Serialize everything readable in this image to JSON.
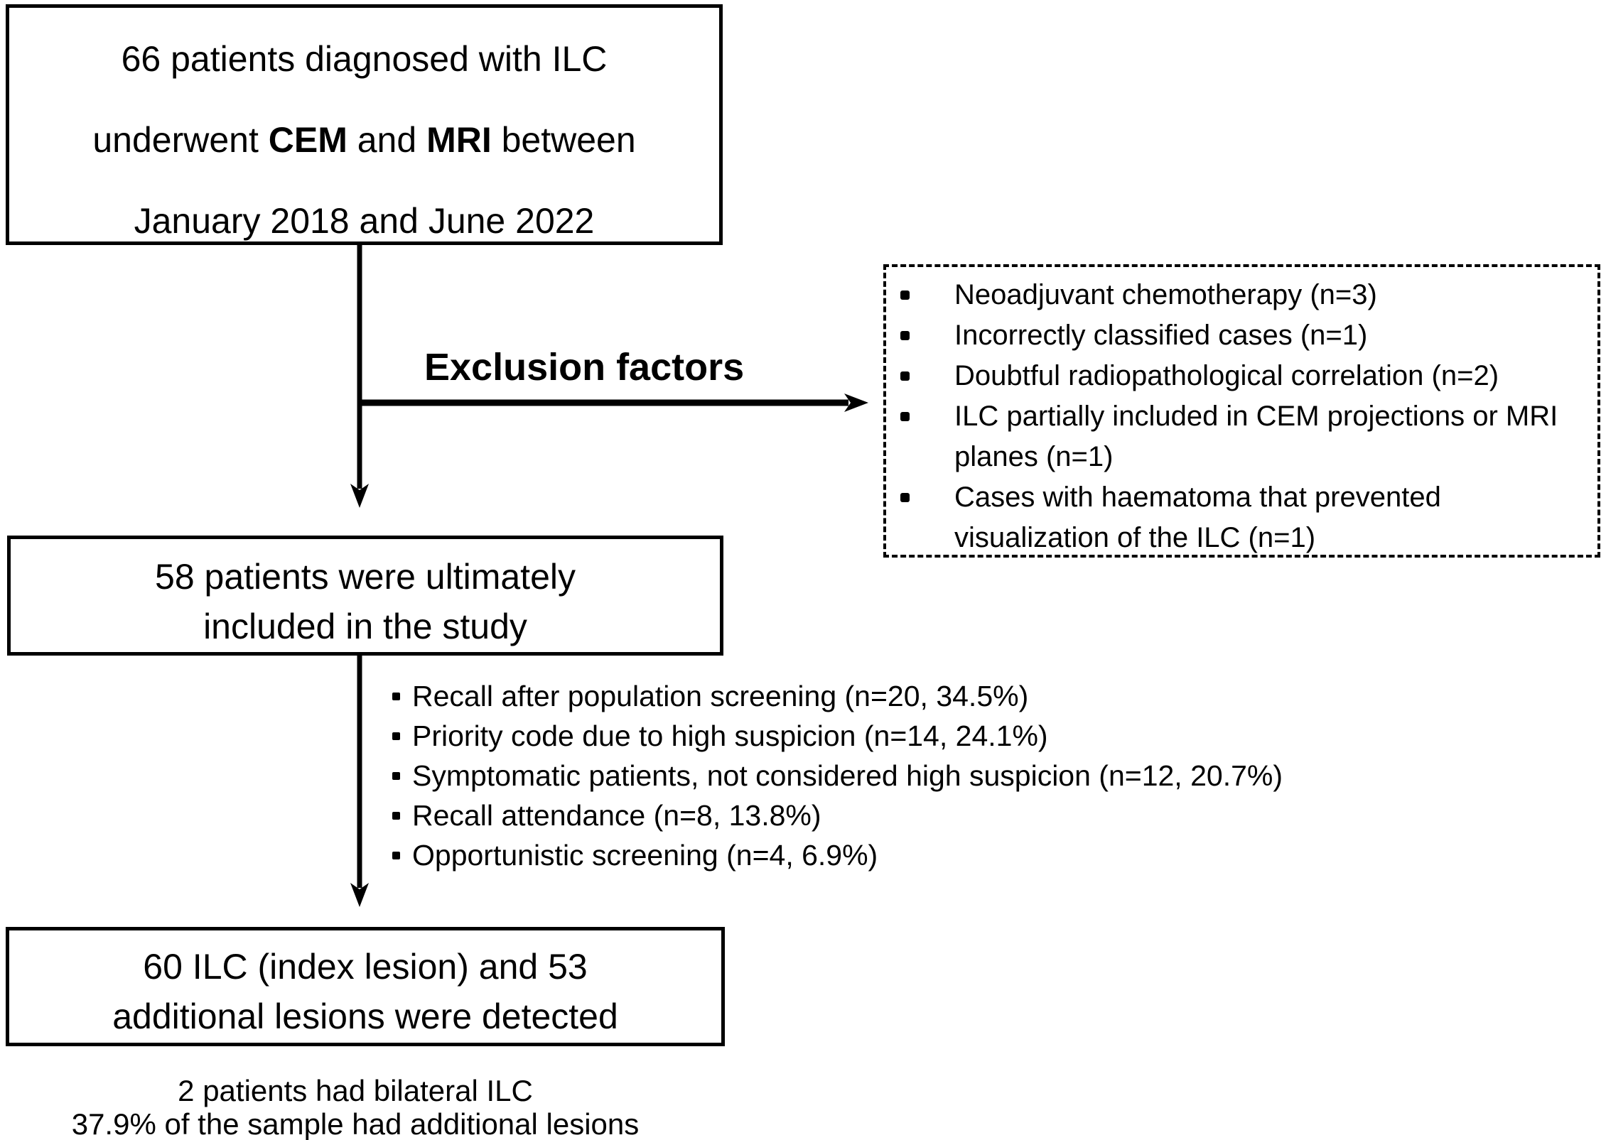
{
  "diagram": {
    "top_box": {
      "line1": "66 patients diagnosed with ILC",
      "line2_pre": "underwent ",
      "line2_bold1": "CEM",
      "line2_mid": " and ",
      "line2_bold2": "MRI",
      "line2_post": " between",
      "line3": "January 2018 and June 2022"
    },
    "exclusion": {
      "label": "Exclusion factors",
      "items": [
        "Neoadjuvant chemotherapy (n=3)",
        "Incorrectly classified cases (n=1)",
        "Doubtful radiopathological correlation (n=2)",
        "ILC partially included in CEM projections or MRI planes (n=1)",
        "Cases with haematoma that prevented visualization of the ILC (n=1)"
      ]
    },
    "included_box": {
      "line1": "58 patients were ultimately",
      "line2": "included in the study"
    },
    "referral": {
      "items": [
        "Recall after population screening (n=20, 34.5%)",
        "Priority code due to high suspicion (n=14, 24.1%)",
        "Symptomatic patients, not considered high suspicion (n=12, 20.7%)",
        "Recall attendance (n=8, 13.8%)",
        "Opportunistic screening (n=4, 6.9%)"
      ]
    },
    "detected_box": {
      "line1": "60 ILC (index lesion) and 53",
      "line2": "additional lesions were detected"
    },
    "footnote": {
      "line1": "2 patients had bilateral ILC",
      "line2": "37.9% of the sample had additional lesions"
    },
    "colors": {
      "ink": "#000000",
      "background": "#ffffff"
    }
  }
}
